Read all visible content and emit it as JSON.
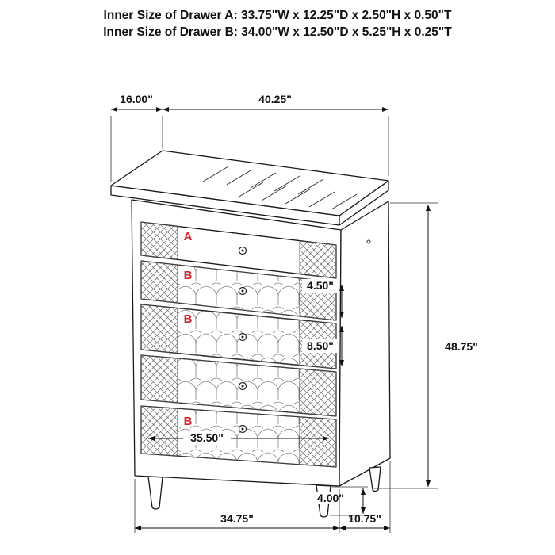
{
  "header": {
    "line1": "Inner Size of Drawer A: 33.75\"W x 12.25\"D x 2.50\"H x 0.50\"T",
    "line2": "Inner Size of Drawer B: 34.00\"W x 12.50\"D x 5.25\"H x 0.25\"T"
  },
  "dimensions": {
    "top_depth": "16.00\"",
    "top_width": "40.25\"",
    "total_height": "48.75\"",
    "drawer_b_top_height": "4.50\"",
    "drawer_b_height": "8.50\"",
    "drawer_inner_width": "35.50\"",
    "leg_height": "4.00\"",
    "base_front_width": "34.75\"",
    "base_side_depth": "10.75\""
  },
  "drawers": [
    {
      "label": "A"
    },
    {
      "label": "B"
    },
    {
      "label": "B"
    },
    {
      "label": ""
    },
    {
      "label": "B"
    }
  ],
  "colors": {
    "drawer_label_red": "#d7232a",
    "line_color": "#1a1a1a"
  }
}
